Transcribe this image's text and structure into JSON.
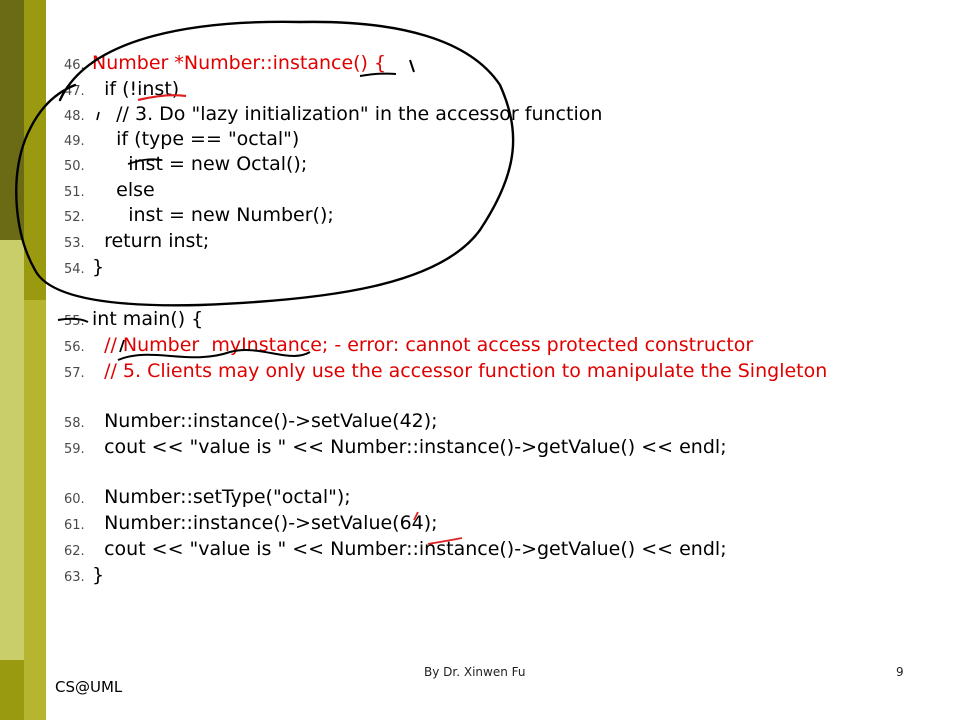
{
  "colors": {
    "sidebar_top": "#6b6b16",
    "sidebar_mid_light": "#c9ce6a",
    "sidebar_bottom": "#9a9a10",
    "code_text": "#000000",
    "code_comment_red": "#e00000",
    "ink_black": "#000000",
    "ink_red": "#e02020"
  },
  "code": {
    "lines": [
      {
        "n": "46.",
        "t": "Number *Number::instance() {",
        "red": true
      },
      {
        "n": "47.",
        "t": "  if (!inst)",
        "red": false
      },
      {
        "n": "48.",
        "t": "    // 3. Do \"lazy initialization\" in the accessor function",
        "red": false
      },
      {
        "n": "49.",
        "t": "    if (type == \"octal\")",
        "red": false
      },
      {
        "n": "50.",
        "t": "      inst = new Octal();",
        "red": false
      },
      {
        "n": "51.",
        "t": "    else",
        "red": false
      },
      {
        "n": "52.",
        "t": "      inst = new Number();",
        "red": false
      },
      {
        "n": "53.",
        "t": "  return inst;",
        "red": false
      },
      {
        "n": "54.",
        "t": "}",
        "red": false
      },
      {
        "n": "55.",
        "t": "int main() {",
        "red": false
      },
      {
        "n": "56.",
        "t": "  // Number  myInstance; - error: cannot access protected constructor",
        "red": true
      },
      {
        "n": "57.",
        "t": "  // 5. Clients may only use the accessor function to manipulate the Singleton",
        "red": true
      },
      {
        "n": "58.",
        "t": "  Number::instance()->setValue(42);",
        "red": false
      },
      {
        "n": "59.",
        "t": "  cout << \"value is \" << Number::instance()->getValue() << endl;",
        "red": false
      },
      {
        "n": "60.",
        "t": "  Number::setType(\"octal\");",
        "red": false
      },
      {
        "n": "61.",
        "t": "  Number::instance()->setValue(64);",
        "red": false
      },
      {
        "n": "62.",
        "t": "  cout << \"value is \" << Number::instance()->getValue() << endl;",
        "red": false
      },
      {
        "n": "63.",
        "t": "}",
        "red": false
      }
    ]
  },
  "footer": {
    "author": "By Dr. Xinwen Fu",
    "page": "9",
    "brand": "CS@UML"
  }
}
